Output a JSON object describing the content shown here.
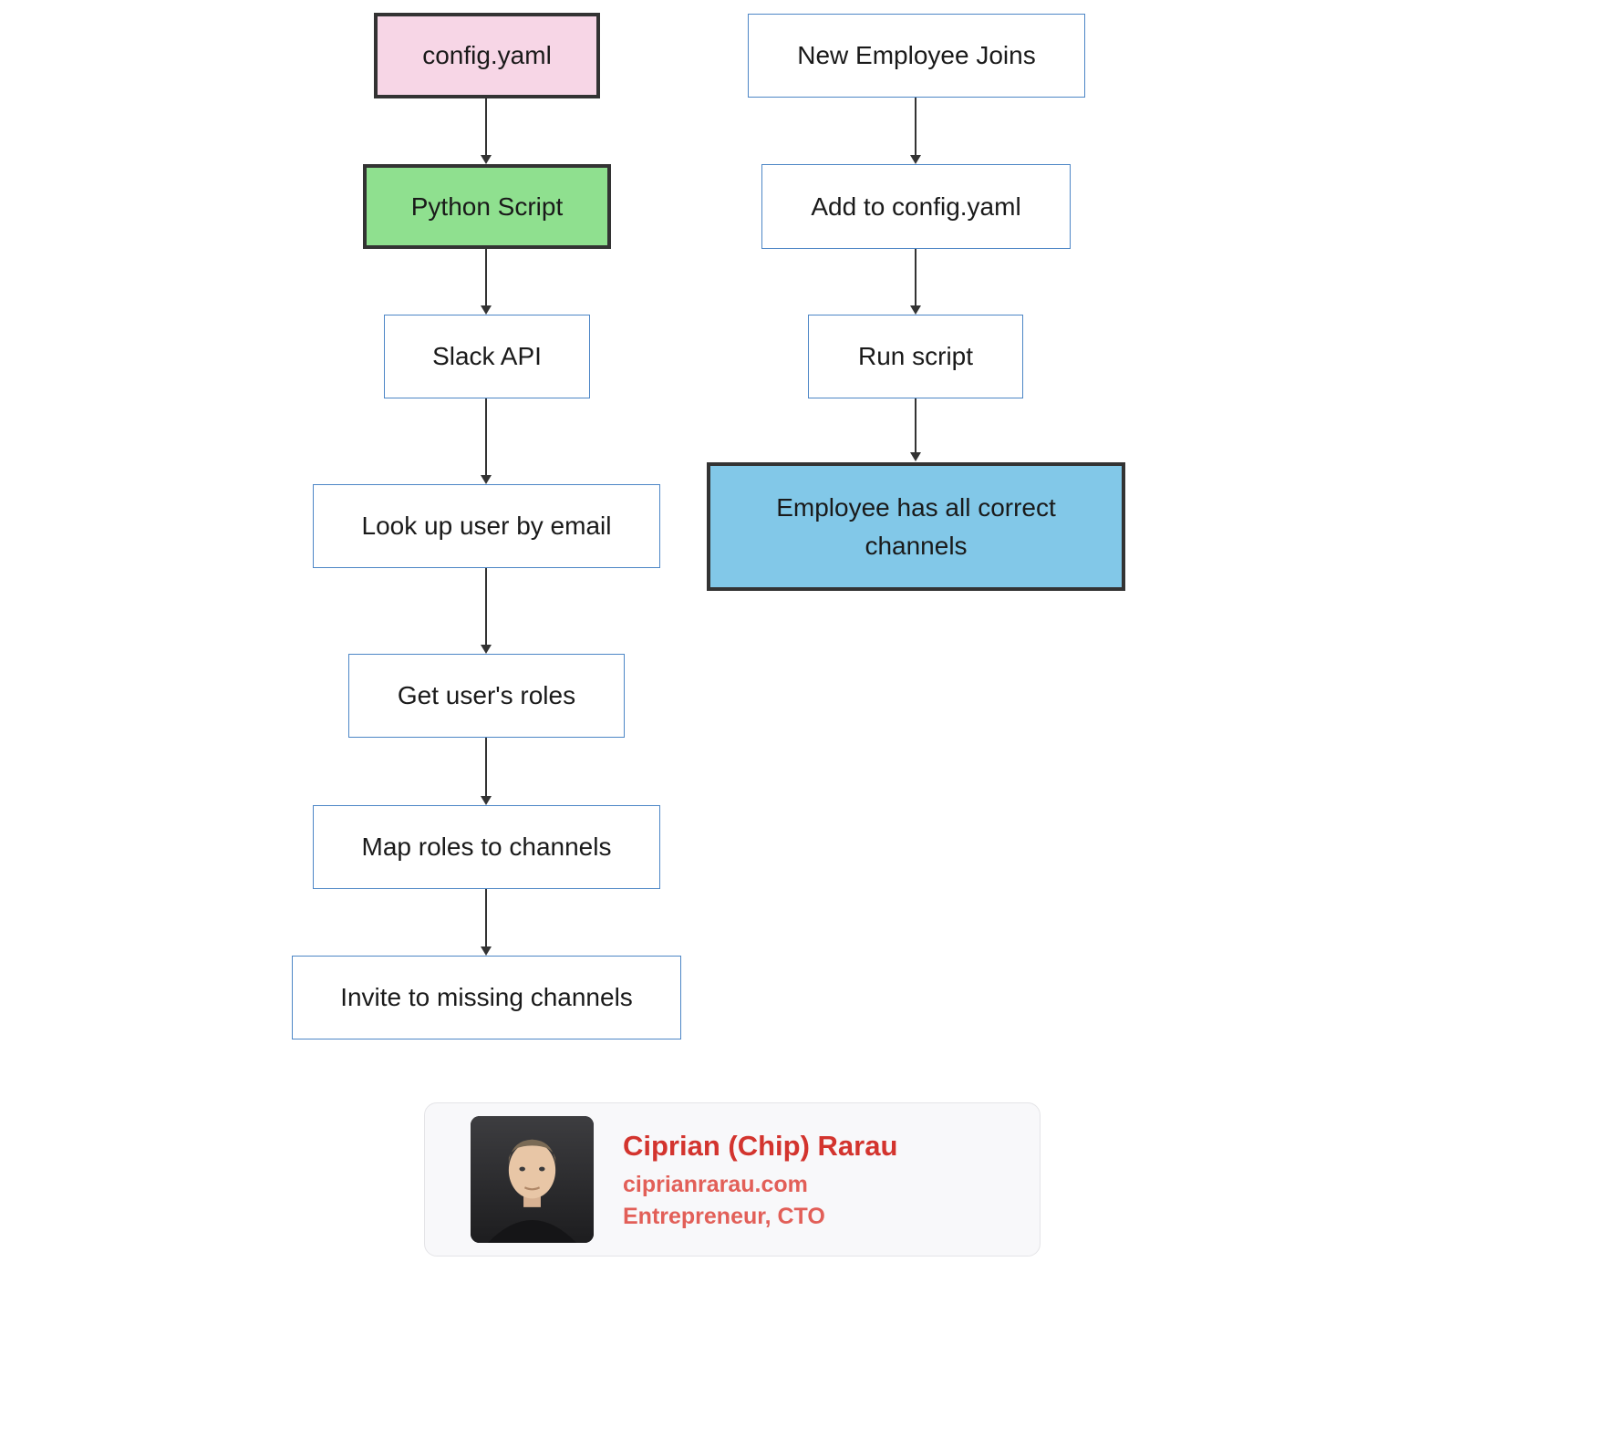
{
  "flowchart": {
    "left": {
      "nodes": [
        {
          "label": "config.yaml",
          "type": "pink"
        },
        {
          "label": "Python Script",
          "type": "green"
        },
        {
          "label": "Slack API",
          "type": "default"
        },
        {
          "label": "Look up user by email",
          "type": "default"
        },
        {
          "label": "Get user's roles",
          "type": "default"
        },
        {
          "label": "Map roles to channels",
          "type": "default"
        },
        {
          "label": "Invite to missing channels",
          "type": "default"
        }
      ]
    },
    "right": {
      "nodes": [
        {
          "label": "New Employee Joins",
          "type": "default"
        },
        {
          "label": "Add to config.yaml",
          "type": "default"
        },
        {
          "label": "Run script",
          "type": "default"
        },
        {
          "label": "Employee has all correct channels",
          "type": "blue"
        }
      ]
    },
    "colors": {
      "default_border": "#4d86c6",
      "highlight_border": "#333333",
      "pink_fill": "#f7d6e6",
      "green_fill": "#8fe08f",
      "blue_fill": "#82c8e8",
      "arrow": "#333333"
    }
  },
  "author": {
    "name": "Ciprian (Chip) Rarau",
    "website": "ciprianrarau.com",
    "role": "Entrepreneur, CTO",
    "accent_color": "#d3342e"
  }
}
